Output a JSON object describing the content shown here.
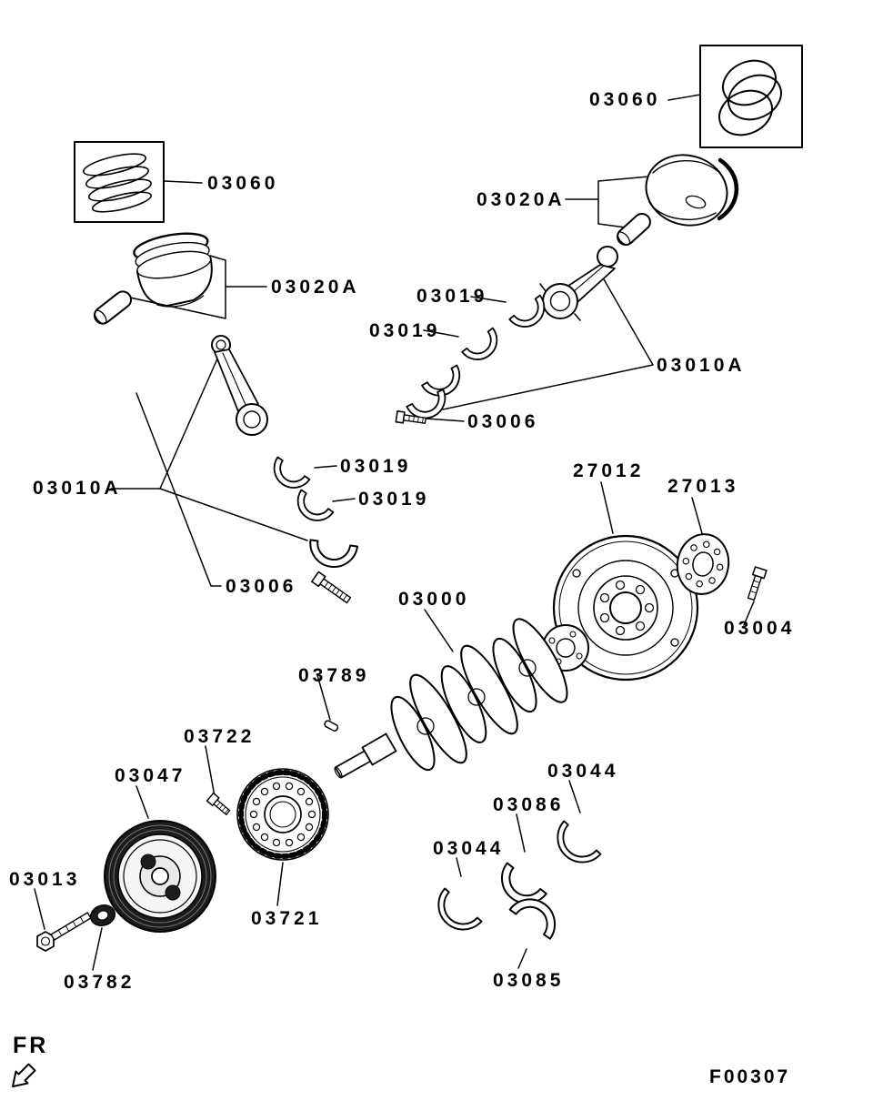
{
  "diagram": {
    "front_marker": "FR",
    "figure_code": "F00307",
    "labels": [
      {
        "text": "03060"
      },
      {
        "text": "03060"
      },
      {
        "text": "03020A"
      },
      {
        "text": "03020A"
      },
      {
        "text": "03019"
      },
      {
        "text": "03019"
      },
      {
        "text": "03010A"
      },
      {
        "text": "03006"
      },
      {
        "text": "03019"
      },
      {
        "text": "03019"
      },
      {
        "text": "03010A"
      },
      {
        "text": "27012"
      },
      {
        "text": "27013"
      },
      {
        "text": "03006"
      },
      {
        "text": "03000"
      },
      {
        "text": "03004"
      },
      {
        "text": "03789"
      },
      {
        "text": "03722"
      },
      {
        "text": "03047"
      },
      {
        "text": "03044"
      },
      {
        "text": "03086"
      },
      {
        "text": "03044"
      },
      {
        "text": "03013"
      },
      {
        "text": "03721"
      },
      {
        "text": "03782"
      },
      {
        "text": "03085"
      }
    ]
  }
}
